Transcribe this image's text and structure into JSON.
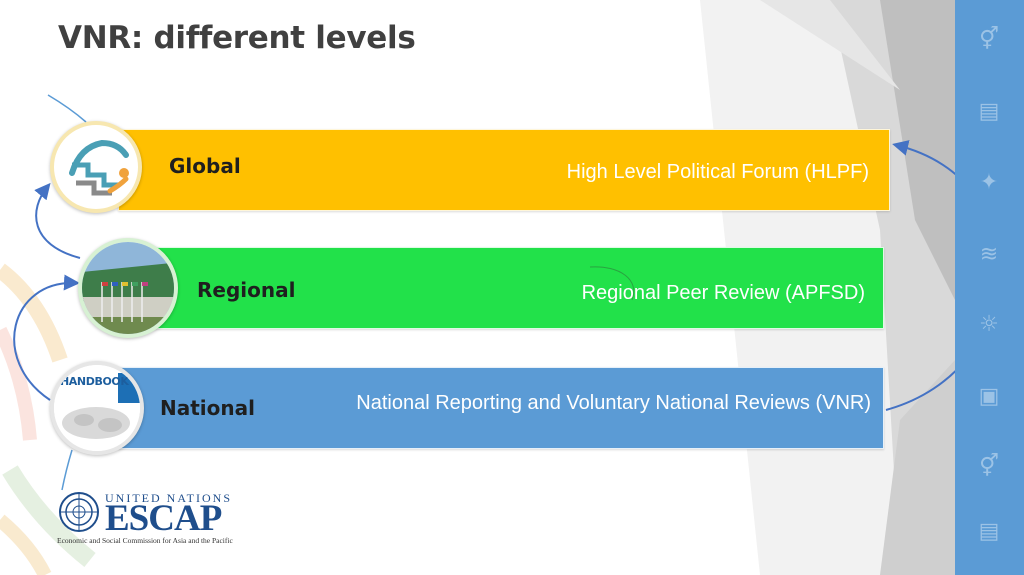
{
  "slide": {
    "title": "VNR: different levels"
  },
  "levels": [
    {
      "label": "Global",
      "mechanism": "High Level Political Forum (HLPF)",
      "color": "#ffc000"
    },
    {
      "label": "Regional",
      "mechanism": "Regional Peer Review (APFSD)",
      "color": "#22e14a"
    },
    {
      "label": "National",
      "mechanism": "National Reporting and Voluntary National Reviews (VNR)",
      "color": "#5b9bd5"
    }
  ],
  "handbook": {
    "text": "HANDBOOK"
  },
  "logo": {
    "org_top": "UNITED NATIONS",
    "org_name": "ESCAP",
    "org_full": "Economic and Social Commission for Asia and the Pacific",
    "color": "#1f4e8c"
  },
  "sidebar": {
    "color": "#5b9bd5",
    "icons": [
      "sdg-goal-icon",
      "sdg-goal-icon",
      "sdg-goal-icon",
      "sdg-goal-icon",
      "sdg-goal-icon",
      "sdg-goal-icon",
      "sdg-goal-icon",
      "sdg-goal-icon"
    ]
  },
  "arrow_color": "#4472c4"
}
